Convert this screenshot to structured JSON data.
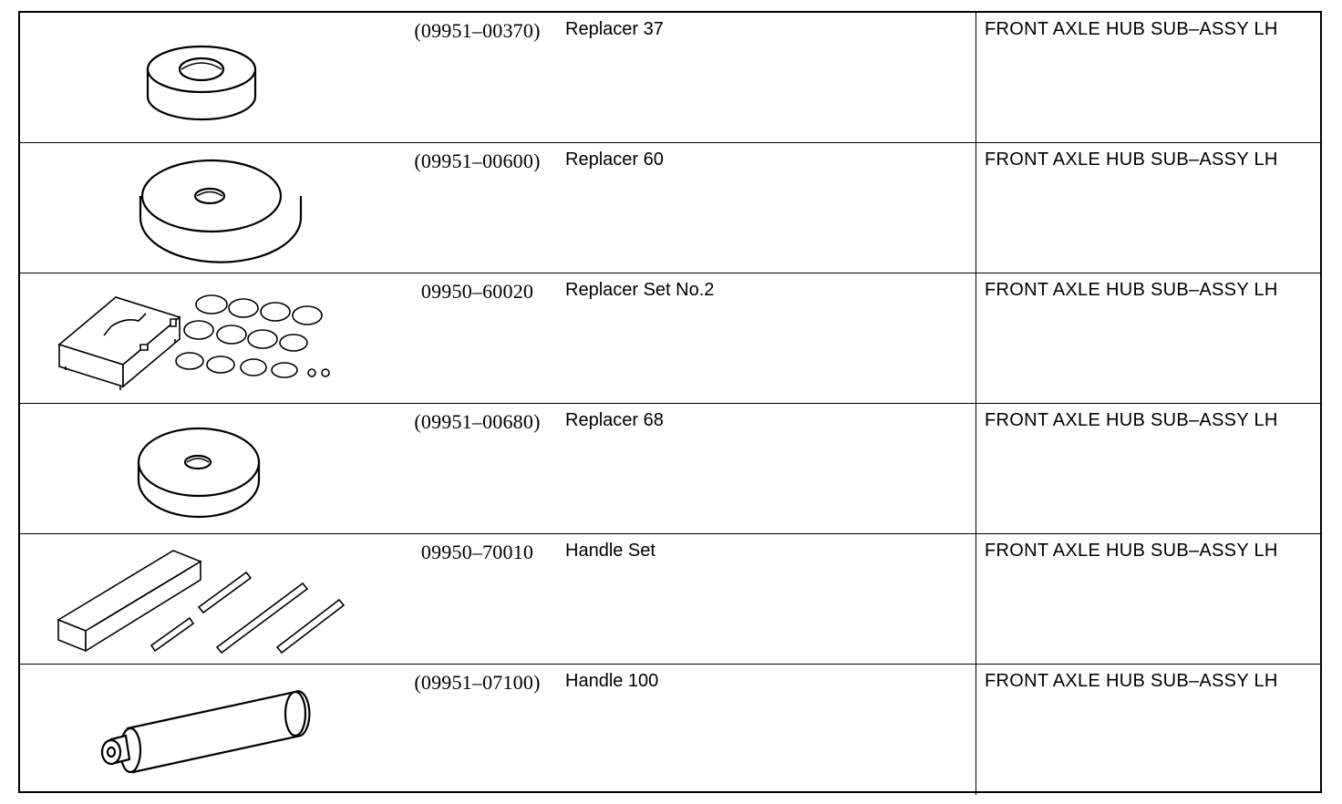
{
  "tools": [
    {
      "part_no": "(09951–00370)",
      "name": "Replacer 37",
      "usage": "FRONT AXLE HUB SUB–ASSY LH",
      "illustration": "replacer-37-disc"
    },
    {
      "part_no": "(09951–00600)",
      "name": "Replacer 60",
      "usage": "FRONT AXLE HUB SUB–ASSY LH",
      "illustration": "replacer-60-disc"
    },
    {
      "part_no": "09950–60020",
      "name": "Replacer Set No.2",
      "usage": "FRONT AXLE HUB SUB–ASSY LH",
      "illustration": "replacer-set-case"
    },
    {
      "part_no": "(09951–00680)",
      "name": "Replacer 68",
      "usage": "FRONT AXLE HUB SUB–ASSY LH",
      "illustration": "replacer-68-disc"
    },
    {
      "part_no": "09950–70010",
      "name": "Handle Set",
      "usage": "FRONT AXLE HUB SUB–ASSY LH",
      "illustration": "handle-set-case"
    },
    {
      "part_no": "(09951–07100)",
      "name": "Handle 100",
      "usage": "FRONT AXLE HUB SUB–ASSY LH",
      "illustration": "handle-100-bar"
    }
  ]
}
